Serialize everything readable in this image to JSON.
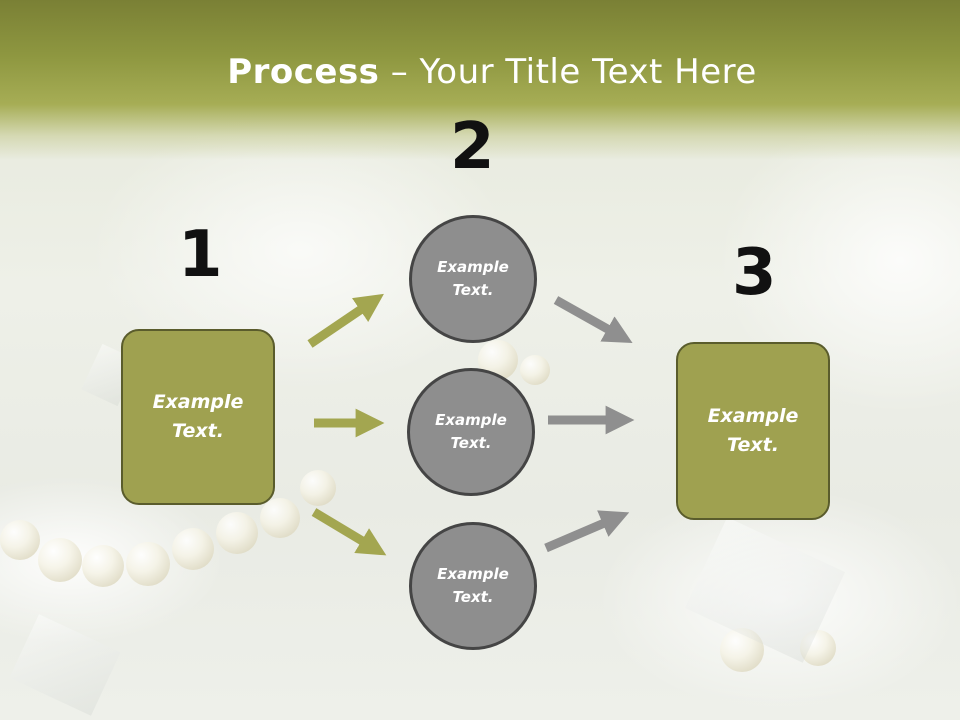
{
  "title": {
    "bold": "Process",
    "rest": " – Your Title Text Here"
  },
  "steps": [
    {
      "number": "1",
      "label": "Example\nText."
    },
    {
      "number": "2",
      "label": ""
    },
    {
      "number": "3",
      "label": "Example\nText."
    }
  ],
  "circles": [
    {
      "label": "Example\nText."
    },
    {
      "label": "Example\nText."
    },
    {
      "label": "Example\nText."
    }
  ],
  "colors": {
    "accent": "#9fa150",
    "accent_border": "#5a5c2c",
    "circle_fill": "#8e8e8e",
    "circle_border": "#454545",
    "arrow_green": "#a3a650",
    "arrow_gray": "#8f8f8f",
    "header": "#8e9740"
  }
}
